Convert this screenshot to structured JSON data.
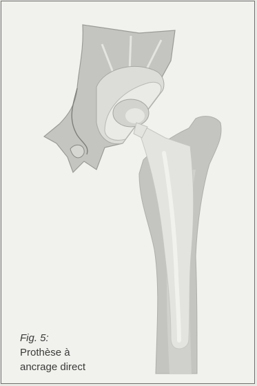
{
  "figure": {
    "label": "Fig. 5:",
    "caption_line1": "Prothèse à",
    "caption_line2": "ancrage direct"
  },
  "colors": {
    "background": "#f1f1ee",
    "bone": "#c4c4c0",
    "bone_dark": "#b0b0ac",
    "implant": "#e2e2df",
    "implant_light": "#efefec",
    "outline": "#8c8c88",
    "border": "#6f6f6d"
  }
}
